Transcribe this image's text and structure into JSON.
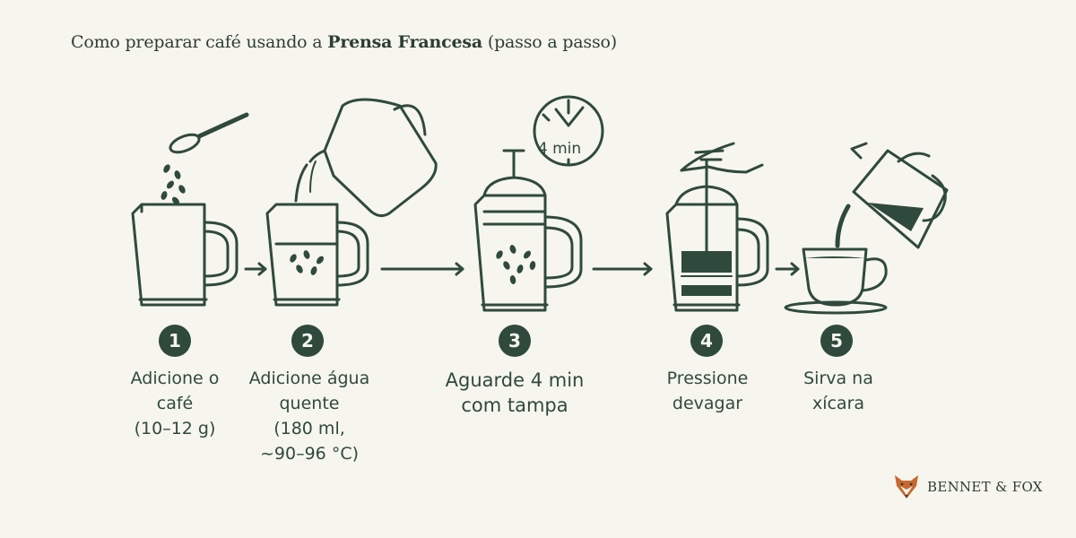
{
  "header": {
    "title_pre": "Como preparar café usando a ",
    "title_bold": "Prensa Francesa",
    "title_post": " (passo a passo)"
  },
  "timer": {
    "label": "4 min"
  },
  "steps": [
    {
      "number": "1",
      "caption": "Adicione o\ncafé\n(10–12 g)"
    },
    {
      "number": "2",
      "caption": "Adicione água\nquente\n(180 ml,\n~90–96 °C)"
    },
    {
      "number": "3",
      "caption": "Aguarde 4 min\ncom tampa"
    },
    {
      "number": "4",
      "caption": "Pressione\ndevagar"
    },
    {
      "number": "5",
      "caption": "Sirva na\nxícara"
    }
  ],
  "brand": {
    "name": "BENNET & FOX",
    "icon": "fox-logo-icon"
  },
  "colors": {
    "ink": "#2f4a3c",
    "background": "#f6f5ee",
    "fox": "#c9672e"
  }
}
